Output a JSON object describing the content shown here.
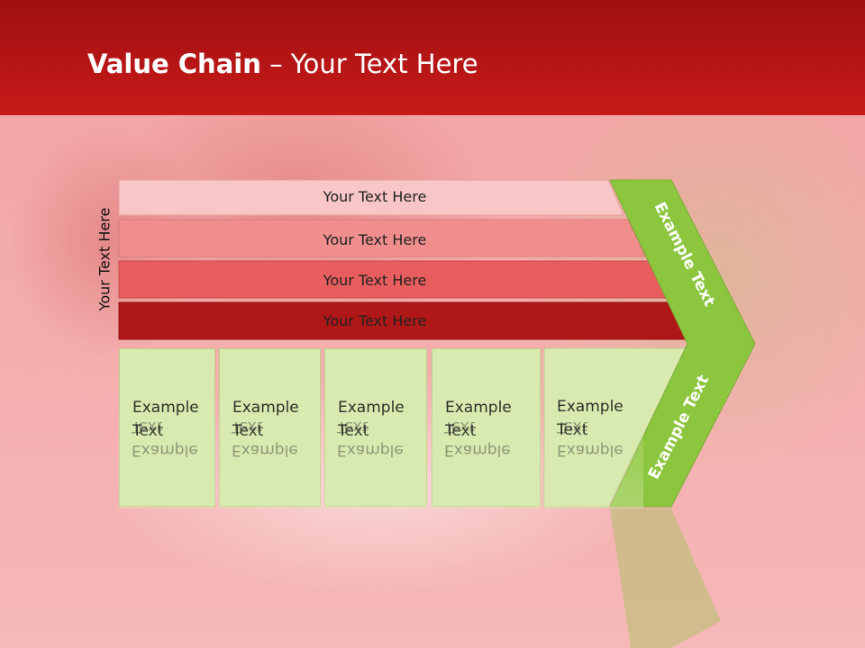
{
  "slide": {
    "title_bold": "Value Chain",
    "title_rest": " – Your Text Here",
    "side_label": "Your Text Here"
  },
  "bands": [
    {
      "label": "Your Text Here",
      "color": "#f8c6c6"
    },
    {
      "label": "Your Text Here",
      "color": "#f08e8e"
    },
    {
      "label": "Your Text Here",
      "color": "#e85e5e"
    },
    {
      "label": "Your Text Here",
      "color": "#b01818"
    }
  ],
  "boxes": [
    {
      "line1": "Example",
      "line2": "Text"
    },
    {
      "line1": "Example",
      "line2": "Text"
    },
    {
      "line1": "Example",
      "line2": "Text"
    },
    {
      "line1": "Example",
      "line2": "Text"
    },
    {
      "line1": "Example",
      "line2": "Text"
    }
  ],
  "chevron": {
    "upper_label": "Example Text",
    "lower_label": "Example Text",
    "color": "#8cc63f"
  },
  "colors": {
    "header": "#b81818",
    "background": "#f6b3b3",
    "box_fill": "#d9eab0"
  }
}
